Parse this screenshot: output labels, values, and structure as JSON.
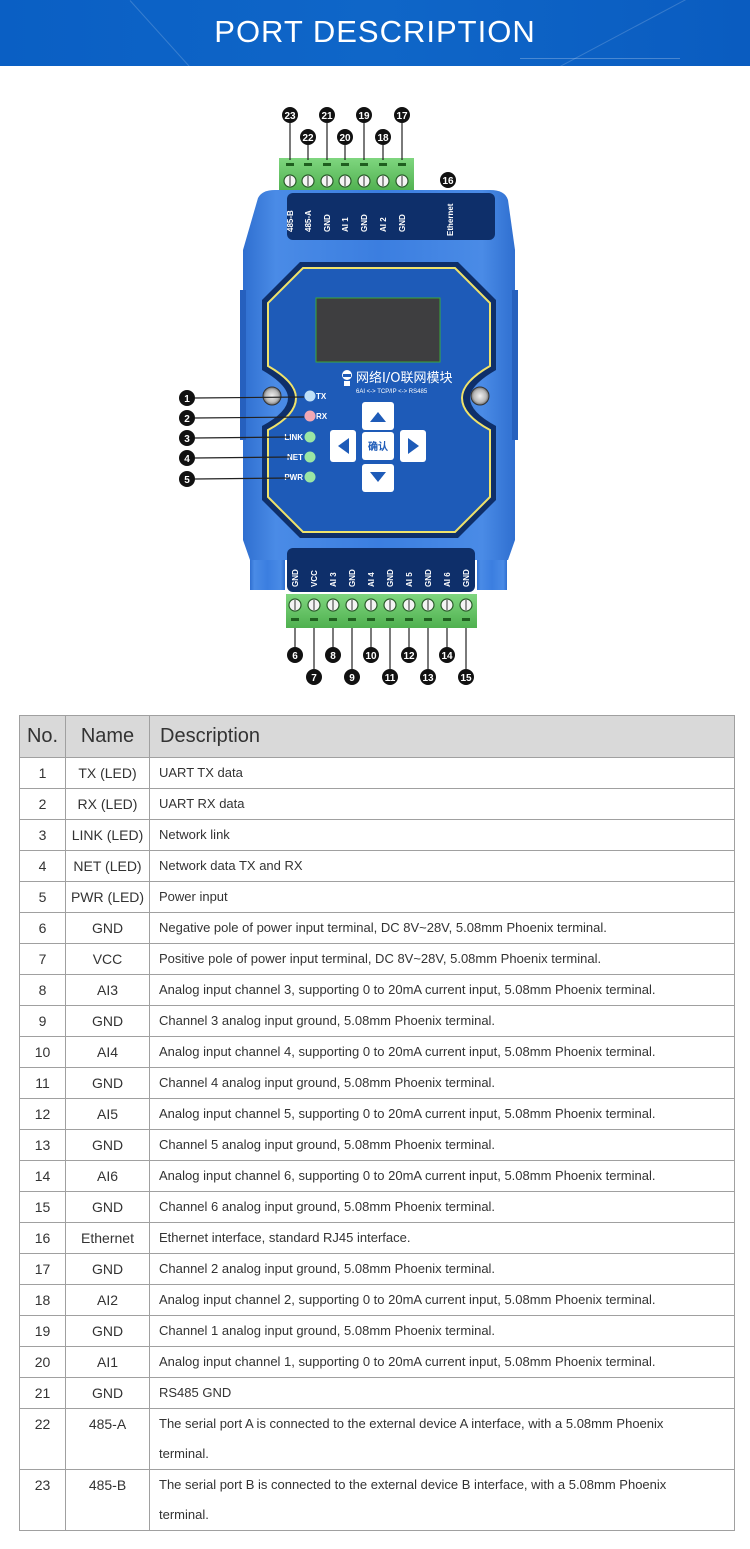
{
  "banner": {
    "title": "PORT DESCRIPTION"
  },
  "device": {
    "title_cn": "网络I/O联网模块",
    "subtitle": "6AI   <->  TCP/IP  <-> RS485",
    "confirm_button": "确认",
    "top_terminals": [
      "485-B",
      "485-A",
      "GND",
      "AI 1",
      "GND",
      "AI 2",
      "GND"
    ],
    "ethernet_label": "Ethernet",
    "bottom_terminals": [
      "GND",
      "VCC",
      "AI 3",
      "GND",
      "AI 4",
      "GND",
      "AI 5",
      "GND",
      "AI 6",
      "GND"
    ],
    "leds": [
      {
        "label": "TX",
        "color": "#bfe0f7"
      },
      {
        "label": "RX",
        "color": "#f2a8b5"
      },
      {
        "label": "LINK",
        "color": "#9be6a4"
      },
      {
        "label": "NET",
        "color": "#9be6a4"
      },
      {
        "label": "PWR",
        "color": "#9be6a4"
      }
    ],
    "callouts_top": [
      "23",
      "22",
      "21",
      "20",
      "19",
      "18",
      "17"
    ],
    "callout_ethernet": "16",
    "callouts_left": [
      "1",
      "2",
      "3",
      "4",
      "5"
    ],
    "callouts_bottom": [
      "6",
      "7",
      "8",
      "9",
      "10",
      "11",
      "12",
      "13",
      "14",
      "15"
    ]
  },
  "table": {
    "headers": {
      "no": "No.",
      "name": "Name",
      "desc": "Description"
    },
    "rows": [
      {
        "no": "1",
        "name": "TX (LED)",
        "desc": [
          "UART TX data"
        ]
      },
      {
        "no": "2",
        "name": "RX (LED)",
        "desc": [
          "UART RX data"
        ]
      },
      {
        "no": "3",
        "name": "LINK (LED)",
        "desc": [
          "Network link"
        ]
      },
      {
        "no": "4",
        "name": "NET (LED)",
        "desc": [
          "Network data TX and RX"
        ]
      },
      {
        "no": "5",
        "name": "PWR (LED)",
        "desc": [
          "Power input"
        ]
      },
      {
        "no": "6",
        "name": "GND",
        "desc": [
          "Negative pole of power input terminal, DC 8V~28V, 5.08mm Phoenix terminal."
        ]
      },
      {
        "no": "7",
        "name": "VCC",
        "desc": [
          "Positive pole of power input terminal, DC 8V~28V, 5.08mm Phoenix terminal."
        ]
      },
      {
        "no": "8",
        "name": "AI3",
        "desc": [
          "Analog input channel 3, supporting 0 to 20mA current input, 5.08mm Phoenix terminal."
        ]
      },
      {
        "no": "9",
        "name": "GND",
        "desc": [
          "Channel 3 analog input ground, 5.08mm Phoenix terminal."
        ]
      },
      {
        "no": "10",
        "name": "AI4",
        "desc": [
          "Analog input channel 4, supporting 0 to 20mA current input, 5.08mm Phoenix terminal."
        ]
      },
      {
        "no": "11",
        "name": "GND",
        "desc": [
          "Channel 4 analog input ground, 5.08mm Phoenix terminal."
        ]
      },
      {
        "no": "12",
        "name": "AI5",
        "desc": [
          "Analog input channel 5, supporting 0 to 20mA current input, 5.08mm Phoenix terminal."
        ]
      },
      {
        "no": "13",
        "name": "GND",
        "desc": [
          "Channel 5 analog input ground, 5.08mm Phoenix terminal."
        ]
      },
      {
        "no": "14",
        "name": "AI6",
        "desc": [
          "Analog input channel 6, supporting 0 to 20mA current input, 5.08mm Phoenix terminal."
        ]
      },
      {
        "no": "15",
        "name": "GND",
        "desc": [
          "Channel 6 analog input ground, 5.08mm Phoenix terminal."
        ]
      },
      {
        "no": "16",
        "name": "Ethernet",
        "desc": [
          "Ethernet interface, standard RJ45 interface."
        ]
      },
      {
        "no": "17",
        "name": "GND",
        "desc": [
          "Channel 2 analog input ground, 5.08mm Phoenix terminal."
        ]
      },
      {
        "no": "18",
        "name": "AI2",
        "desc": [
          "Analog input channel 2, supporting 0 to 20mA current input, 5.08mm Phoenix terminal."
        ]
      },
      {
        "no": "19",
        "name": "GND",
        "desc": [
          "Channel 1 analog input ground, 5.08mm Phoenix terminal."
        ]
      },
      {
        "no": "20",
        "name": "AI1",
        "desc": [
          "Analog input channel 1, supporting 0 to 20mA current input, 5.08mm Phoenix terminal."
        ]
      },
      {
        "no": "21",
        "name": "GND",
        "desc": [
          "RS485 GND"
        ]
      },
      {
        "no": "22",
        "name": "485-A",
        "desc": [
          "The serial port A is connected to the external device A interface, with a 5.08mm Phoenix",
          "terminal."
        ]
      },
      {
        "no": "23",
        "name": "485-B",
        "desc": [
          "The serial port B is connected to the external device B interface, with a 5.08mm Phoenix",
          "terminal."
        ]
      }
    ]
  }
}
